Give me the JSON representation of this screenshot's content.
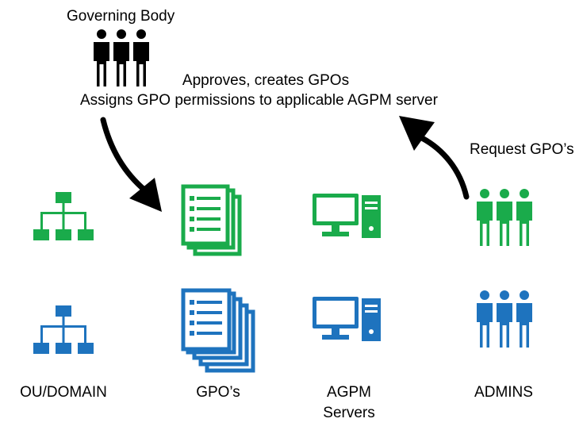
{
  "governing_body": {
    "label": "Governing Body",
    "note_line1": "Approves, creates GPOs",
    "note_line2": "Assigns GPO permissions to applicable AGPM server"
  },
  "request_label": "Request GPO’s",
  "columns": [
    {
      "label": "OU/DOMAIN"
    },
    {
      "label": "GPO’s"
    },
    {
      "label": "AGPM",
      "label2": "Servers"
    },
    {
      "label": "ADMINS"
    }
  ],
  "colors": {
    "green": "#1aab4b",
    "blue": "#1e73be",
    "black": "#000000"
  },
  "icons": {
    "governing": "people-group-icon",
    "ou_domain": "hierarchy-icon",
    "gpo": "documents-icon",
    "agpm": "computer-icon",
    "admins": "people-group-icon"
  }
}
